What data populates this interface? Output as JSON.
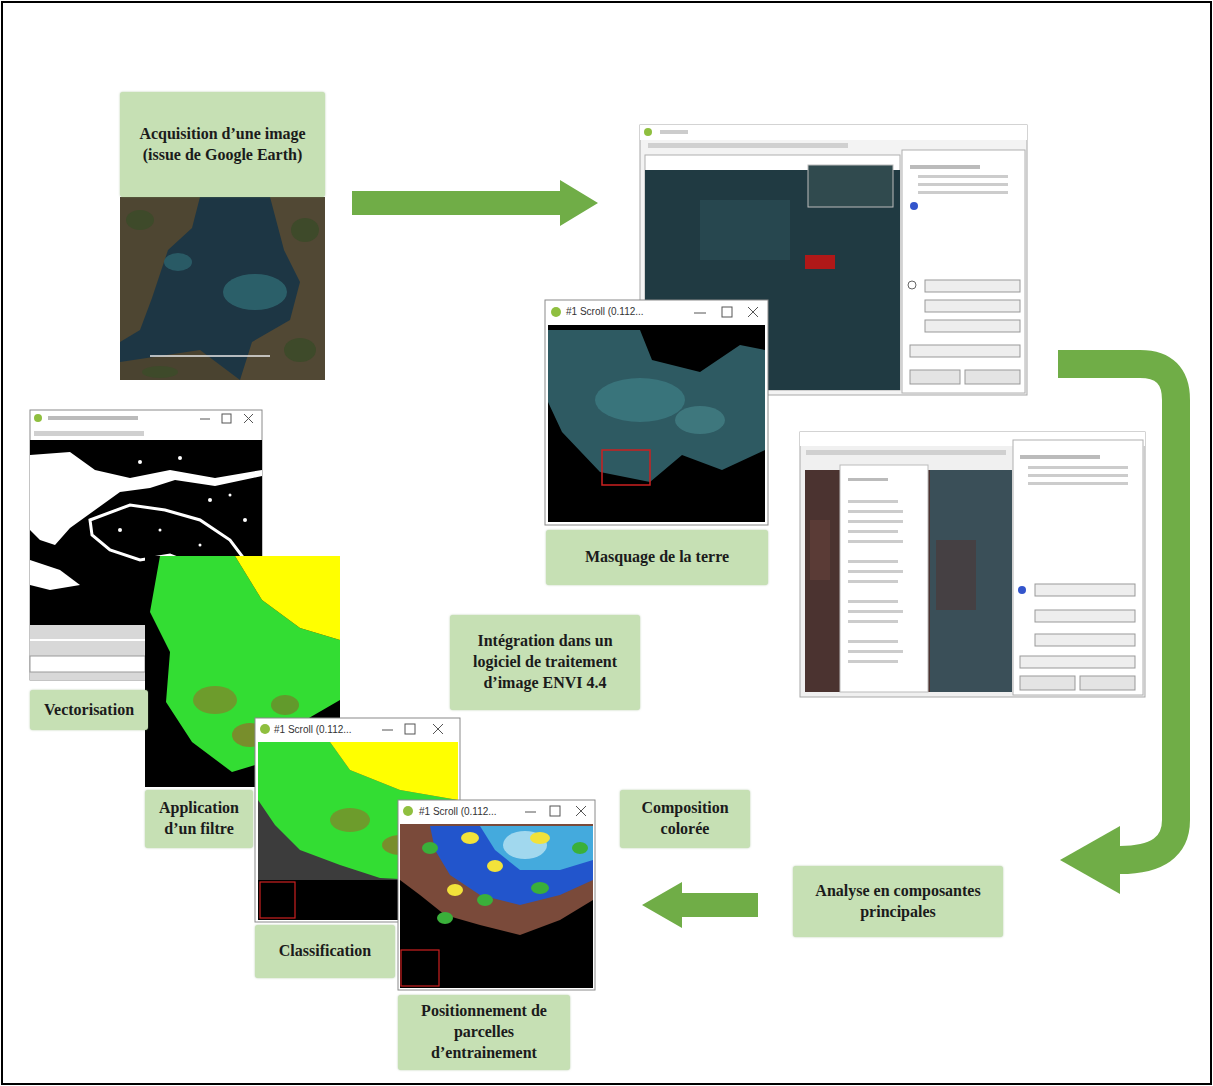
{
  "diagram": {
    "nodes": [
      {
        "text": [
          "Acquisition d’une image (issue de Google Earth)"
        ]
      },
      {
        "text": [
          "Masquage de la terre"
        ]
      },
      {
        "text": [
          "Analyse en composantes principales"
        ]
      },
      {
        "text": [
          "Composition colorée"
        ]
      },
      {
        "text": [
          "Intégration dans un logiciel de traitement d’image ENVI 4.4"
        ]
      },
      {
        "text": [
          "Vectorisation"
        ]
      },
      {
        "text": [
          "Application d’un filtre"
        ]
      },
      {
        "text": [
          "Classification"
        ]
      },
      {
        "text": [
          "Positionnement de parcelles d’entrainement"
        ]
      }
    ],
    "labels": [
      "#1 Scroll (0.112...",
      "#1 Scroll (0.112...",
      "#1 Scroll (0.112..."
    ]
  }
}
